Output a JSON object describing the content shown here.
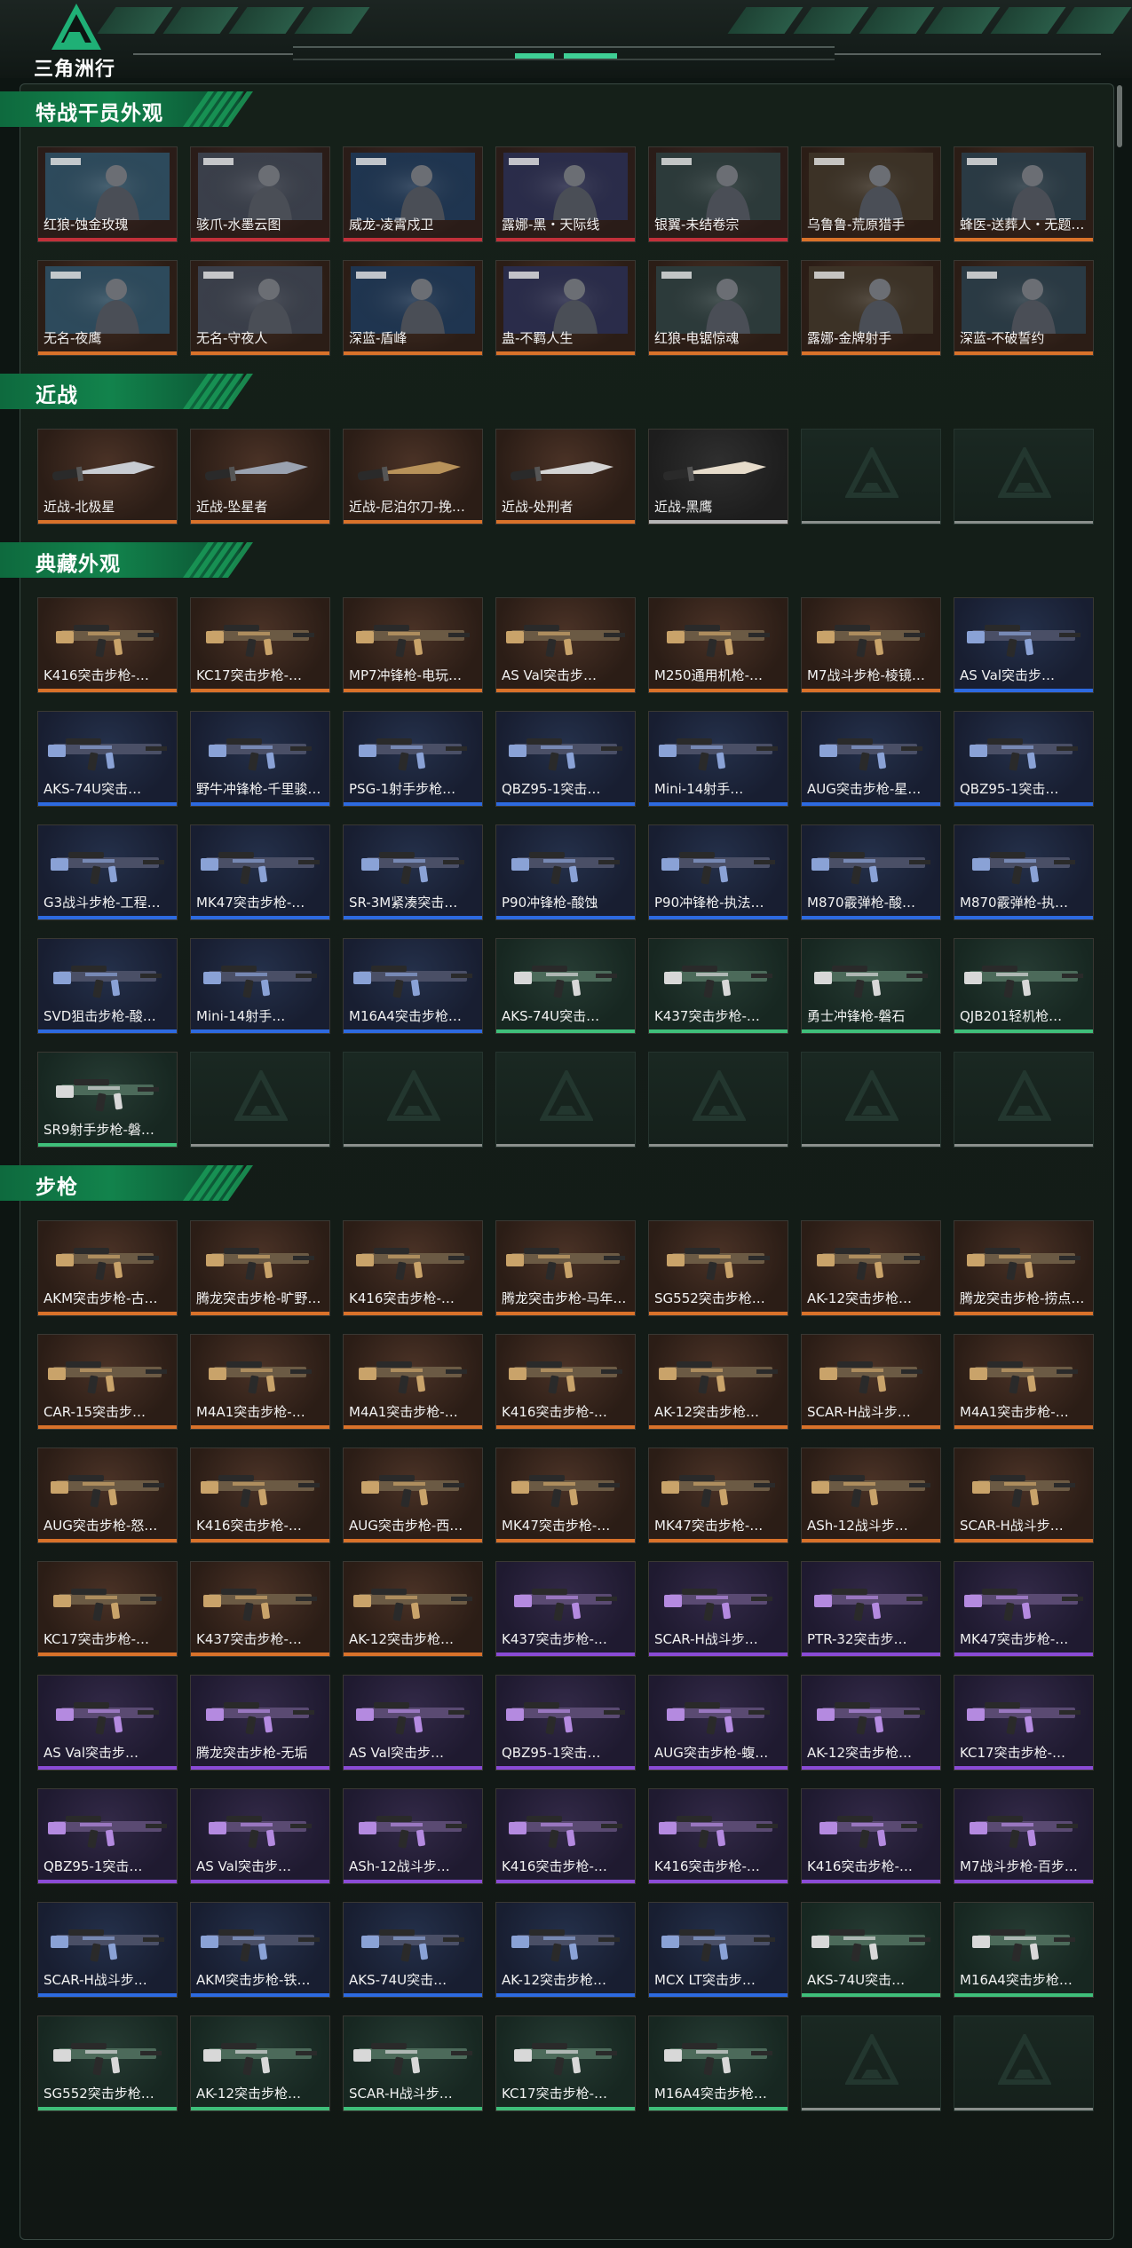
{
  "app": {
    "logo_text": "三角洲行动",
    "logo_icon": "delta-logo-icon"
  },
  "colors": {
    "accent": "#12834c",
    "gold": "#d9722a",
    "red": "#c2303a",
    "purple": "#8a4bd6",
    "blue": "#2d6ae0",
    "green": "#3fbf7a",
    "grey": "#b5b5b5"
  },
  "sections": [
    {
      "title": "特战干员外观",
      "kind": "operator",
      "items": [
        {
          "label": "红狼-蚀金玫瑰",
          "rarity": "red"
        },
        {
          "label": "骇爪-水墨云图",
          "rarity": "red"
        },
        {
          "label": "威龙-凌霄戍卫",
          "rarity": "red"
        },
        {
          "label": "露娜-黑・天际线",
          "rarity": "red"
        },
        {
          "label": "银翼-未结卷宗",
          "rarity": "red"
        },
        {
          "label": "乌鲁鲁-荒原猎手",
          "rarity": "gold"
        },
        {
          "label": "蜂医-送葬人・无题…",
          "rarity": "gold"
        },
        {
          "label": "无名-夜鹰",
          "rarity": "gold"
        },
        {
          "label": "无名-守夜人",
          "rarity": "gold"
        },
        {
          "label": "深蓝-盾峰",
          "rarity": "gold"
        },
        {
          "label": "蛊-不羁人生",
          "rarity": "gold"
        },
        {
          "label": "红狼-电锯惊魂",
          "rarity": "gold"
        },
        {
          "label": "露娜-金牌射手",
          "rarity": "gold"
        },
        {
          "label": "深蓝-不破誓约",
          "rarity": "gold"
        }
      ]
    },
    {
      "title": "近战",
      "kind": "melee",
      "items": [
        {
          "label": "近战-北极星",
          "rarity": "gold"
        },
        {
          "label": "近战-坠星者",
          "rarity": "gold"
        },
        {
          "label": "近战-尼泊尔刀-挽…",
          "rarity": "gold"
        },
        {
          "label": "近战-处刑者",
          "rarity": "gold"
        },
        {
          "label": "近战-黑鹰",
          "rarity": "grey"
        },
        {
          "label": "",
          "rarity": "empty"
        },
        {
          "label": "",
          "rarity": "empty"
        }
      ]
    },
    {
      "title": "典藏外观",
      "kind": "gun",
      "items": [
        {
          "label": "K416突击步枪-…",
          "rarity": "gold"
        },
        {
          "label": "KC17突击步枪-…",
          "rarity": "gold"
        },
        {
          "label": "MP7冲锋枪-电玩…",
          "rarity": "gold"
        },
        {
          "label": "AS Val突击步…",
          "rarity": "gold"
        },
        {
          "label": "M250通用机枪-…",
          "rarity": "gold"
        },
        {
          "label": "M7战斗步枪-棱镜…",
          "rarity": "gold"
        },
        {
          "label": "AS Val突击步…",
          "rarity": "blue"
        },
        {
          "label": "AKS-74U突击…",
          "rarity": "blue"
        },
        {
          "label": "野牛冲锋枪-千里骏…",
          "rarity": "blue"
        },
        {
          "label": "PSG-1射手步枪…",
          "rarity": "blue"
        },
        {
          "label": "QBZ95-1突击…",
          "rarity": "blue"
        },
        {
          "label": "Mini-14射手…",
          "rarity": "blue"
        },
        {
          "label": "AUG突击步枪-星…",
          "rarity": "blue"
        },
        {
          "label": "QBZ95-1突击…",
          "rarity": "blue"
        },
        {
          "label": "G3战斗步枪-工程…",
          "rarity": "blue"
        },
        {
          "label": "MK47突击步枪-…",
          "rarity": "blue"
        },
        {
          "label": "SR-3M紧凑突击…",
          "rarity": "blue"
        },
        {
          "label": "P90冲锋枪-酸蚀",
          "rarity": "blue"
        },
        {
          "label": "P90冲锋枪-执法…",
          "rarity": "blue"
        },
        {
          "label": "M870霰弹枪-酸…",
          "rarity": "blue"
        },
        {
          "label": "M870霰弹枪-执…",
          "rarity": "blue"
        },
        {
          "label": "SVD狙击步枪-酸…",
          "rarity": "blue"
        },
        {
          "label": "Mini-14射手…",
          "rarity": "blue"
        },
        {
          "label": "M16A4突击步枪…",
          "rarity": "blue"
        },
        {
          "label": "AKS-74U突击…",
          "rarity": "green"
        },
        {
          "label": "K437突击步枪-…",
          "rarity": "green"
        },
        {
          "label": "勇士冲锋枪-磐石",
          "rarity": "green"
        },
        {
          "label": "QJB201轻机枪…",
          "rarity": "green"
        },
        {
          "label": "SR9射手步枪-磐…",
          "rarity": "green"
        },
        {
          "label": "",
          "rarity": "empty"
        },
        {
          "label": "",
          "rarity": "empty"
        },
        {
          "label": "",
          "rarity": "empty"
        },
        {
          "label": "",
          "rarity": "empty"
        },
        {
          "label": "",
          "rarity": "empty"
        },
        {
          "label": "",
          "rarity": "empty"
        }
      ]
    },
    {
      "title": "步枪",
      "kind": "gun",
      "items": [
        {
          "label": "AKM突击步枪-古…",
          "rarity": "gold"
        },
        {
          "label": "腾龙突击步枪-旷野…",
          "rarity": "gold"
        },
        {
          "label": "K416突击步枪-…",
          "rarity": "gold"
        },
        {
          "label": "腾龙突击步枪-马年…",
          "rarity": "gold"
        },
        {
          "label": "SG552突击步枪…",
          "rarity": "gold"
        },
        {
          "label": "AK-12突击步枪…",
          "rarity": "gold"
        },
        {
          "label": "腾龙突击步枪-捞点…",
          "rarity": "gold"
        },
        {
          "label": "CAR-15突击步…",
          "rarity": "gold"
        },
        {
          "label": "M4A1突击步枪-…",
          "rarity": "gold"
        },
        {
          "label": "M4A1突击步枪-…",
          "rarity": "gold"
        },
        {
          "label": "K416突击步枪-…",
          "rarity": "gold"
        },
        {
          "label": "AK-12突击步枪…",
          "rarity": "gold"
        },
        {
          "label": "SCAR-H战斗步…",
          "rarity": "gold"
        },
        {
          "label": "M4A1突击步枪-…",
          "rarity": "gold"
        },
        {
          "label": "AUG突击步枪-怒…",
          "rarity": "gold"
        },
        {
          "label": "K416突击步枪-…",
          "rarity": "gold"
        },
        {
          "label": "AUG突击步枪-西…",
          "rarity": "gold"
        },
        {
          "label": "MK47突击步枪-…",
          "rarity": "gold"
        },
        {
          "label": "MK47突击步枪-…",
          "rarity": "gold"
        },
        {
          "label": "ASh-12战斗步…",
          "rarity": "gold"
        },
        {
          "label": "SCAR-H战斗步…",
          "rarity": "gold"
        },
        {
          "label": "KC17突击步枪-…",
          "rarity": "gold"
        },
        {
          "label": "K437突击步枪-…",
          "rarity": "gold"
        },
        {
          "label": "AK-12突击步枪…",
          "rarity": "gold"
        },
        {
          "label": "K437突击步枪-…",
          "rarity": "purple"
        },
        {
          "label": "SCAR-H战斗步…",
          "rarity": "purple"
        },
        {
          "label": "PTR-32突击步…",
          "rarity": "purple"
        },
        {
          "label": "MK47突击步枪-…",
          "rarity": "purple"
        },
        {
          "label": "AS Val突击步…",
          "rarity": "purple"
        },
        {
          "label": "腾龙突击步枪-无垢",
          "rarity": "purple"
        },
        {
          "label": "AS Val突击步…",
          "rarity": "purple"
        },
        {
          "label": "QBZ95-1突击…",
          "rarity": "purple"
        },
        {
          "label": "AUG突击步枪-蝮…",
          "rarity": "purple"
        },
        {
          "label": "AK-12突击步枪…",
          "rarity": "purple"
        },
        {
          "label": "KC17突击步枪-…",
          "rarity": "purple"
        },
        {
          "label": "QBZ95-1突击…",
          "rarity": "purple"
        },
        {
          "label": "AS Val突击步…",
          "rarity": "purple"
        },
        {
          "label": "ASh-12战斗步…",
          "rarity": "purple"
        },
        {
          "label": "K416突击步枪-…",
          "rarity": "purple"
        },
        {
          "label": "K416突击步枪-…",
          "rarity": "purple"
        },
        {
          "label": "K416突击步枪-…",
          "rarity": "purple"
        },
        {
          "label": "M7战斗步枪-百步…",
          "rarity": "purple"
        },
        {
          "label": "SCAR-H战斗步…",
          "rarity": "blue"
        },
        {
          "label": "AKM突击步枪-铁…",
          "rarity": "blue"
        },
        {
          "label": "AKS-74U突击…",
          "rarity": "blue"
        },
        {
          "label": "AK-12突击步枪…",
          "rarity": "blue"
        },
        {
          "label": "MCX LT突击步…",
          "rarity": "blue"
        },
        {
          "label": "AKS-74U突击…",
          "rarity": "green"
        },
        {
          "label": "M16A4突击步枪…",
          "rarity": "green"
        },
        {
          "label": "SG552突击步枪…",
          "rarity": "green"
        },
        {
          "label": "AK-12突击步枪…",
          "rarity": "green"
        },
        {
          "label": "SCAR-H战斗步…",
          "rarity": "green"
        },
        {
          "label": "KC17突击步枪-…",
          "rarity": "green"
        },
        {
          "label": "M16A4突击步枪…",
          "rarity": "green"
        },
        {
          "label": "",
          "rarity": "empty"
        },
        {
          "label": "",
          "rarity": "empty"
        }
      ]
    }
  ]
}
